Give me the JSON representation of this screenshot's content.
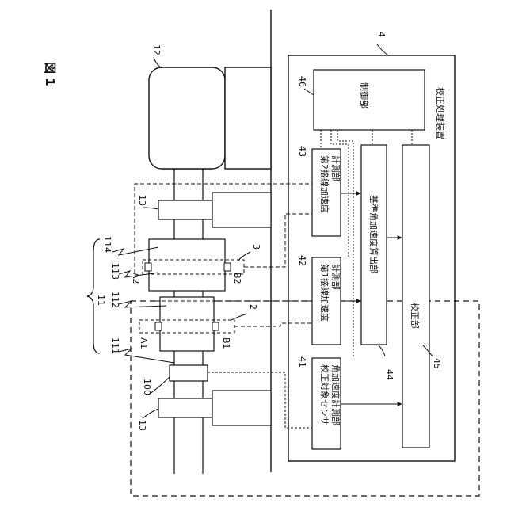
{
  "figure_title": "図 1",
  "refs": {
    "system": "11",
    "motor": "12",
    "support_top": "13",
    "support_bottom": "13",
    "sensor": "100",
    "seg_111": "111",
    "seg_112": "112",
    "seg_113": "113",
    "seg_114": "114",
    "accel_2": "2",
    "accel_3": "3",
    "device": "4",
    "b41": "41",
    "b42": "42",
    "b43": "43",
    "b44": "44",
    "b45": "45",
    "b46": "46"
  },
  "points": {
    "a1": "A1",
    "b1": "B1",
    "a2": "A2",
    "b2": "B2"
  },
  "device_title": "校正処理装置",
  "blocks": {
    "control": "制御部",
    "target_line1": "校正対象センサ",
    "target_line2": "角加速度計測部",
    "first_line1": "第1接線加速度",
    "first_line2": "計測部",
    "second_line1": "第2接線加速度",
    "second_line2": "計測部",
    "reference": "基準角加速度算出部",
    "calibration": "校正部"
  }
}
